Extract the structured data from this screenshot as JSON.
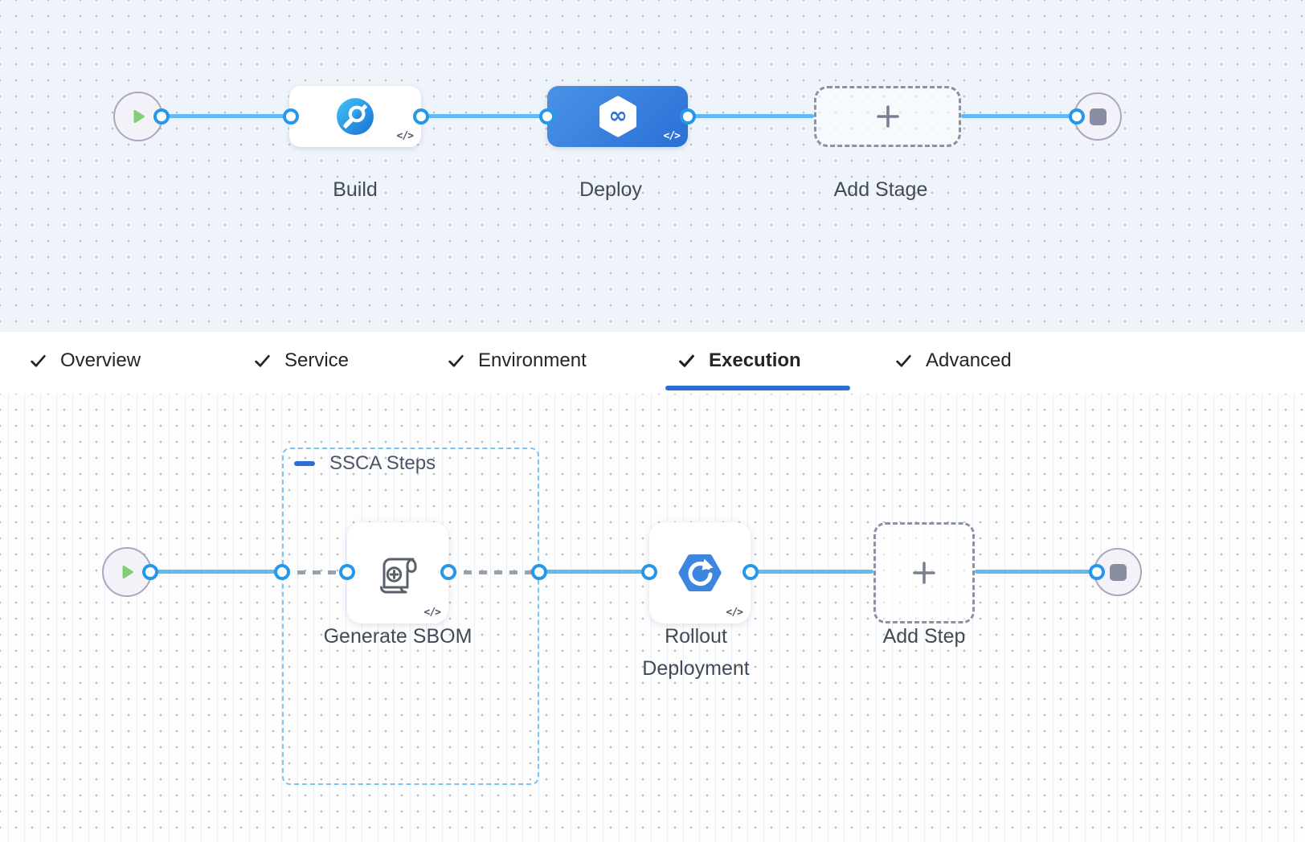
{
  "pipeline": {
    "start_icon": "play-icon",
    "end_icon": "stop-icon",
    "stages": [
      {
        "label": "Build",
        "icon": "ci-build-icon",
        "code_badge": "</>",
        "selected": false
      },
      {
        "label": "Deploy",
        "icon": "cd-deploy-icon",
        "code_badge": "</>",
        "selected": true
      },
      {
        "label": "Add Stage",
        "icon": "plus-icon",
        "type": "add-button"
      }
    ]
  },
  "tabs": [
    {
      "label": "Overview",
      "checked": true,
      "active": false
    },
    {
      "label": "Service",
      "checked": true,
      "active": false
    },
    {
      "label": "Environment",
      "checked": true,
      "active": false
    },
    {
      "label": "Execution",
      "checked": true,
      "active": true
    },
    {
      "label": "Advanced",
      "checked": true,
      "active": false
    }
  ],
  "execution": {
    "group_label": "SSCA Steps",
    "group_collapse_icon": "minus-icon",
    "steps": [
      {
        "label": "Generate SBOM",
        "icon": "sbom-scroll-icon",
        "code_badge": "</>"
      },
      {
        "label": "Rollout Deployment",
        "icon": "rollout-deployment-icon",
        "code_badge": "</>"
      },
      {
        "label": "Add Step",
        "icon": "plus-icon",
        "type": "add-button"
      }
    ]
  },
  "colors": {
    "selected_stage": "#2e74db",
    "connector": "#62baf2",
    "connector_port": "#2797ea",
    "tab_underline": "#2b6fd6",
    "group_border": "#7cc3ee",
    "canvas_top": "#eef4fa"
  }
}
